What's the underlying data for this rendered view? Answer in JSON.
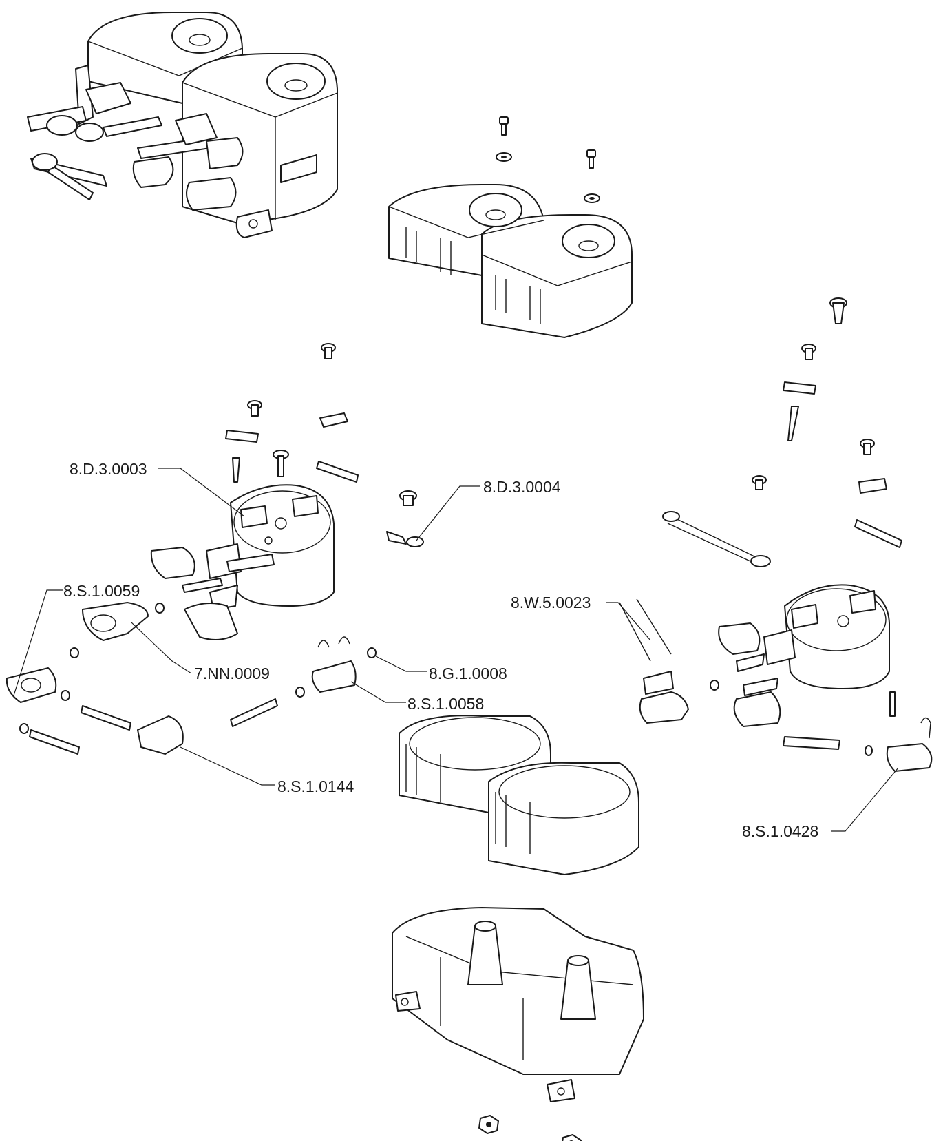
{
  "callouts": [
    {
      "id": "c1",
      "text": "8.D.3.0003"
    },
    {
      "id": "c2",
      "text": "8.D.3.0004"
    },
    {
      "id": "c3",
      "text": "8.S.1.0059"
    },
    {
      "id": "c4",
      "text": "7.NN.0009"
    },
    {
      "id": "c5",
      "text": "8.G.1.0008"
    },
    {
      "id": "c6",
      "text": "8.S.1.0058"
    },
    {
      "id": "c7",
      "text": "8.S.1.0144"
    },
    {
      "id": "c8",
      "text": "8.W.5.0023"
    },
    {
      "id": "c9",
      "text": "8.S.1.0428"
    }
  ]
}
